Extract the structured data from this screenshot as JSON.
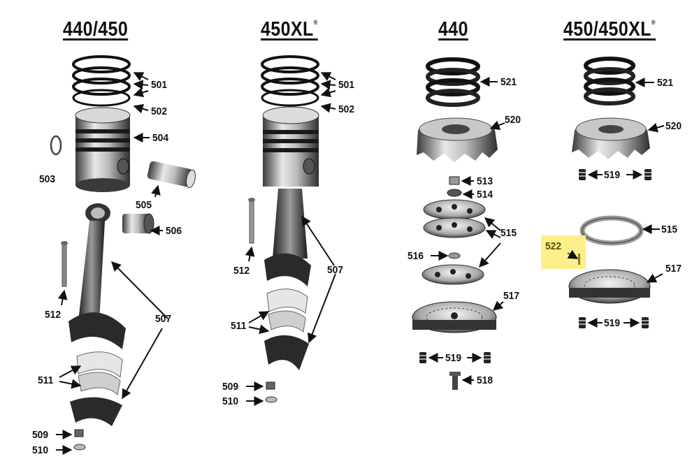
{
  "sections": [
    {
      "title": "440/450",
      "mark": ""
    },
    {
      "title": "450XL",
      "mark": "®"
    },
    {
      "title": "440",
      "mark": ""
    },
    {
      "title": "450/450XL",
      "mark": "®"
    }
  ],
  "callouts": {
    "c501a": "501",
    "c502a": "502",
    "c504": "504",
    "c503": "503",
    "c505": "505",
    "c506": "506",
    "c512a": "512",
    "c507a": "507",
    "c511a": "511",
    "c509a": "509",
    "c510a": "510",
    "c501b": "501",
    "c502b": "502",
    "c512b": "512",
    "c507b": "507",
    "c511b": "511",
    "c509b": "509",
    "c510b": "510",
    "c521a": "521",
    "c520a": "520",
    "c513": "513",
    "c514": "514",
    "c515a": "515",
    "c516": "516",
    "c517a": "517",
    "c519a": "519",
    "c518": "518",
    "c521b": "521",
    "c520b": "520",
    "c519b": "519",
    "c515b": "515",
    "c522": "522",
    "c517b": "517",
    "c519c": "519"
  },
  "highlight_color": "#fbf08a"
}
